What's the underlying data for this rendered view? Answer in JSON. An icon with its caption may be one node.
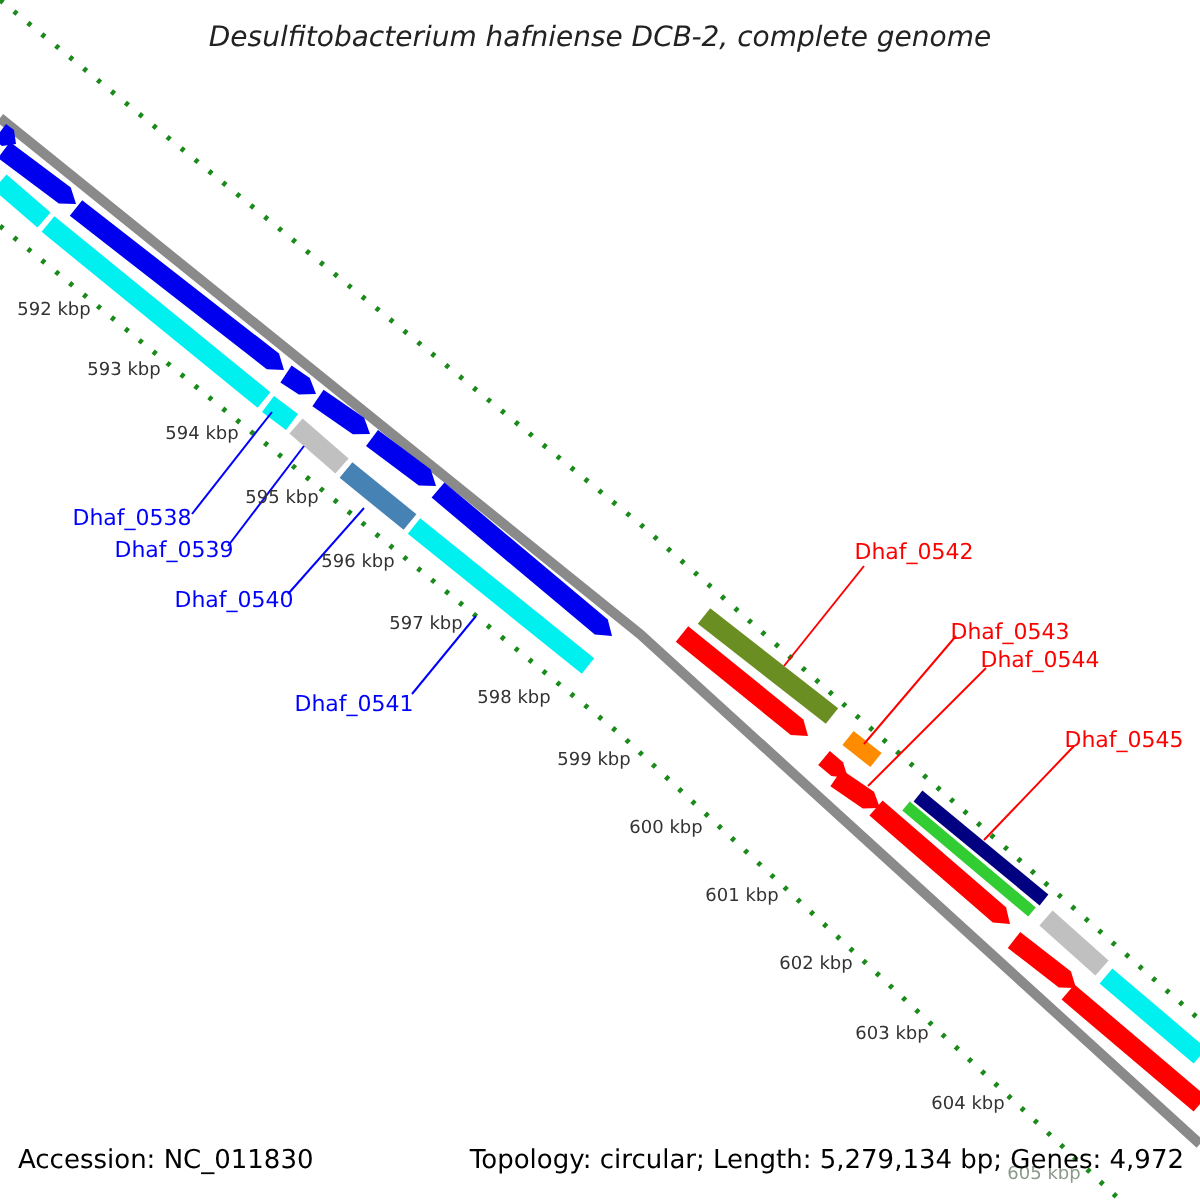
{
  "diagram": {
    "title": "Desulfitobacterium hafniense DCB-2, complete genome",
    "nodes": [
      {
        "text": [
          "Dhaf_0538"
        ]
      },
      {
        "text": [
          "Dhaf_0539"
        ]
      },
      {
        "text": [
          "Dhaf_0540"
        ]
      },
      {
        "text": [
          "Dhaf_0541"
        ]
      },
      {
        "text": [
          "Dhaf_0542"
        ]
      },
      {
        "text": [
          "Dhaf_0543"
        ]
      },
      {
        "text": [
          "Dhaf_0544"
        ]
      },
      {
        "text": [
          "Dhaf_0545"
        ]
      },
      {
        "text": [],
        "shape": "arrow"
      },
      {
        "text": [],
        "shape": "bar"
      },
      {
        "text": [],
        "shape": "arrow"
      },
      {
        "text": [],
        "shape": "bar"
      },
      {
        "text": [],
        "shape": "arrow"
      },
      {
        "text": [],
        "shape": "bar"
      },
      {
        "text": [],
        "shape": "arrow"
      },
      {
        "text": [],
        "shape": "bar"
      },
      {
        "text": [],
        "shape": "arrow"
      },
      {
        "text": [],
        "shape": "bar"
      },
      {
        "text": [],
        "shape": "arrow"
      },
      {
        "text": [],
        "shape": "bar"
      },
      {
        "text": [],
        "shape": "arrow"
      },
      {
        "text": [],
        "shape": "arrow"
      },
      {
        "text": [],
        "shape": "bar"
      },
      {
        "text": [],
        "shape": "arrow"
      },
      {
        "text": [],
        "shape": "arrow"
      },
      {
        "text": [],
        "shape": "bar"
      },
      {
        "text": [],
        "shape": "arrow"
      },
      {
        "text": [],
        "shape": "bar"
      },
      {
        "text": [],
        "shape": "bar"
      },
      {
        "text": [],
        "shape": "arrow"
      },
      {
        "text": [],
        "shape": "bar"
      },
      {
        "text": [],
        "shape": "bar"
      },
      {
        "text": [],
        "shape": "bar"
      }
    ],
    "edges": [
      {
        "from": 0,
        "to": 13,
        "arrow": "none",
        "color": "#0000ff"
      },
      {
        "from": 1,
        "to": 15,
        "arrow": "none",
        "color": "#0000ff"
      },
      {
        "from": 2,
        "to": 17,
        "arrow": "none",
        "color": "#0000ff"
      },
      {
        "from": 3,
        "to": 19,
        "arrow": "none",
        "color": "#0000ff"
      },
      {
        "from": 4,
        "to": 22,
        "arrow": "none",
        "color": "#ff0000"
      },
      {
        "from": 5,
        "to": 25,
        "arrow": "none",
        "color": "#ff0000"
      },
      {
        "from": 6,
        "to": 24,
        "arrow": "none",
        "color": "#ff0000"
      },
      {
        "from": 7,
        "to": 28,
        "arrow": "none",
        "color": "#ff0000"
      }
    ],
    "labels": [
      "592 kbp",
      "593 kbp",
      "594 kbp",
      "595 kbp",
      "596 kbp",
      "597 kbp",
      "598 kbp",
      "599 kbp",
      "600 kbp",
      "601 kbp",
      "602 kbp",
      "603 kbp",
      "604 kbp",
      "605 kbp",
      "Accession: NC_011830",
      "Topology: circular; Length: 5,279,134 bp; Genes: 4,972"
    ]
  }
}
